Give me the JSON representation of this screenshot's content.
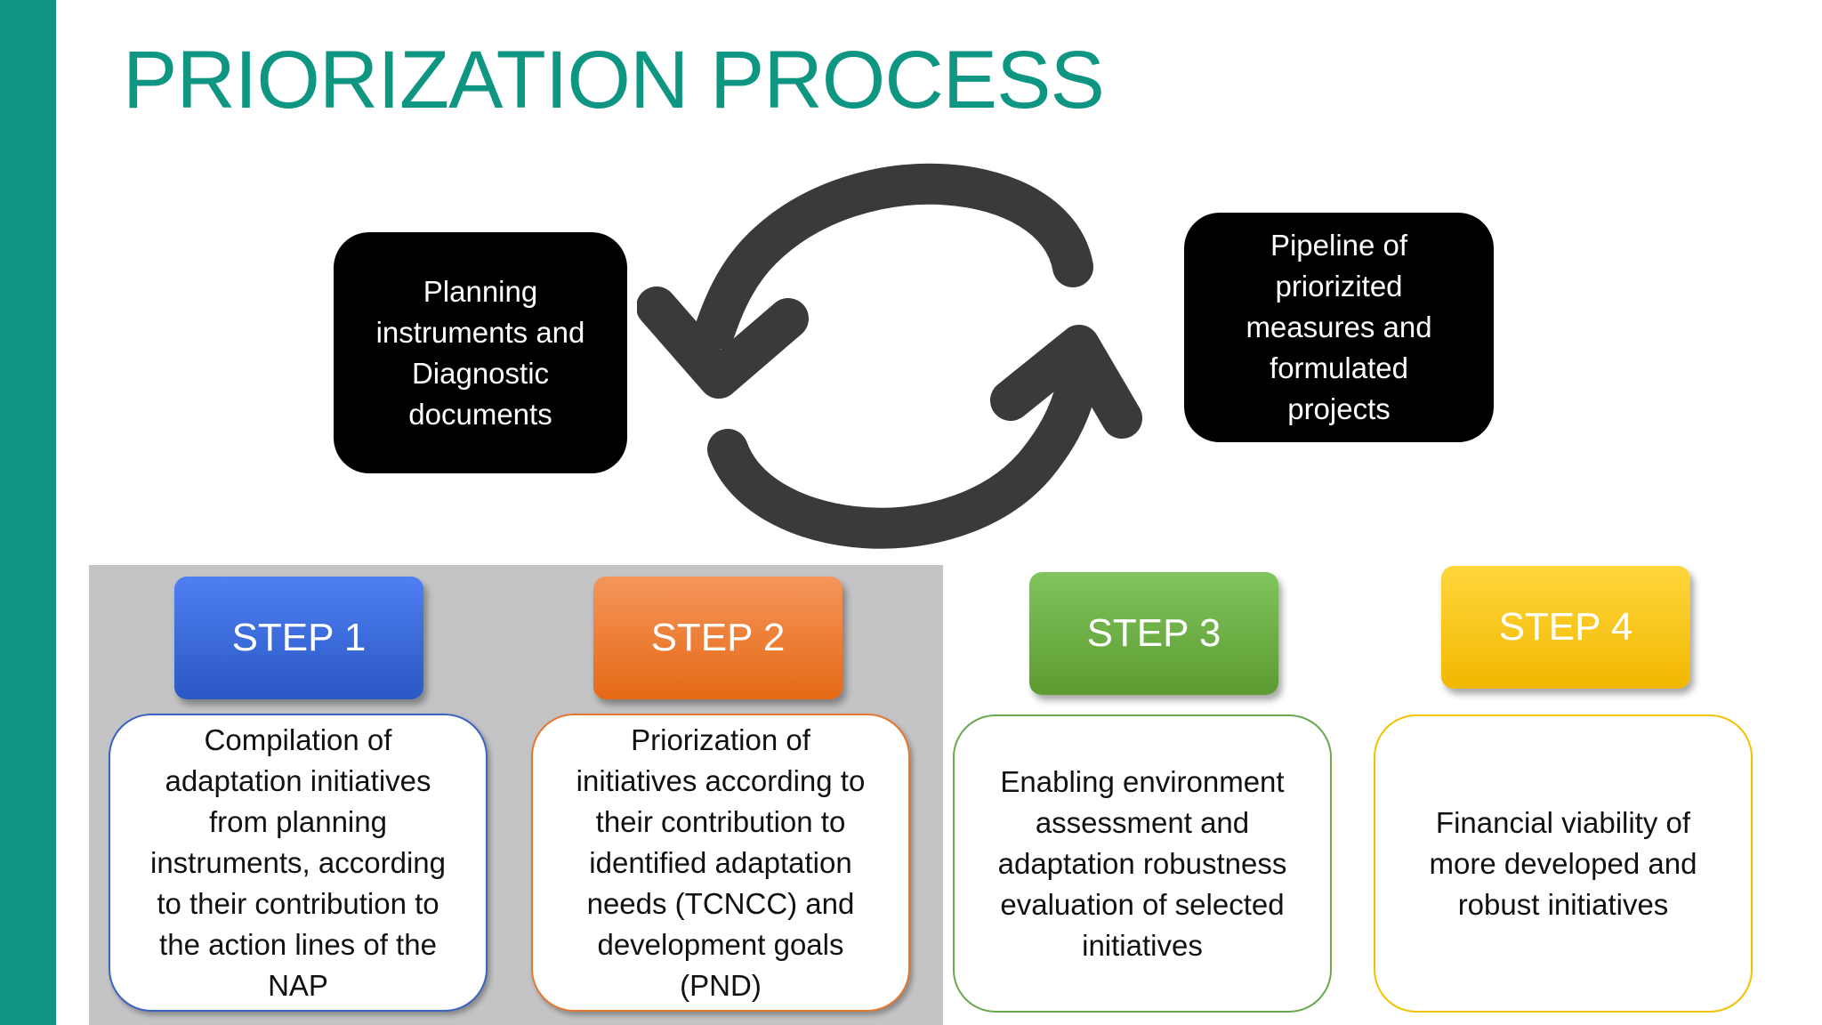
{
  "title": "PRIORIZATION PROCESS",
  "colors": {
    "accent": "#0e9683",
    "step1": "#2f63d6",
    "step2": "#ea7624",
    "step3": "#6aa84f",
    "step4": "#f5c400",
    "cycle_arrows": "#3a3a3a"
  },
  "cycle": {
    "input_box": "Planning\ninstruments and\nDiagnostic\ndocuments",
    "output_box": "Pipeline of\npriorizited\nmeasures and\nformulated\nprojects",
    "icon": "refresh-cycle-icon"
  },
  "steps": [
    {
      "label": "STEP 1",
      "description": "Compilation of\nadaptation initiatives\nfrom planning\ninstruments, according\nto their contribution to\nthe action lines of the\nNAP"
    },
    {
      "label": "STEP 2",
      "description": "Priorization of\ninitiatives according to\ntheir contribution to\nidentified adaptation\nneeds (TCNCC) and\ndevelopment goals\n(PND)"
    },
    {
      "label": "STEP 3",
      "description": "Enabling environment\nassessment and\nadaptation robustness\nevaluation of selected\ninitiatives"
    },
    {
      "label": "STEP 4",
      "description": "Financial viability of\nmore developed and\nrobust initiatives"
    }
  ]
}
